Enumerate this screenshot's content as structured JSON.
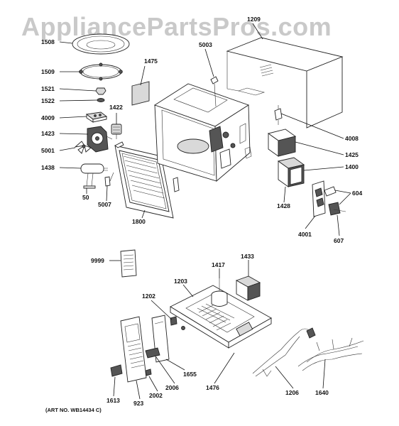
{
  "watermark": "AppliancePartsPros.com",
  "art_number": "(ART NO. WB14434 C)",
  "callouts": {
    "c1508": "1508",
    "c1509": "1509",
    "c1521": "1521",
    "c1522": "1522",
    "c4009": "4009",
    "c1423": "1423",
    "c5001": "5001",
    "c1438": "1438",
    "c50": "50",
    "c5007": "5007",
    "c1800": "1800",
    "c1422": "1422",
    "c1475": "1475",
    "c5003": "5003",
    "c1209": "1209",
    "c4008": "4008",
    "c1425": "1425",
    "c1400": "1400",
    "c1428": "1428",
    "c604": "604",
    "c4001": "4001",
    "c607": "607",
    "c9999": "9999",
    "c1433": "1433",
    "c1417": "1417",
    "c1203": "1203",
    "c1202": "1202",
    "c1655": "1655",
    "c2006": "2006",
    "c1476": "1476",
    "c1206": "1206",
    "c1640": "1640",
    "c1613": "1613",
    "c923": "923",
    "c2002": "2002"
  }
}
